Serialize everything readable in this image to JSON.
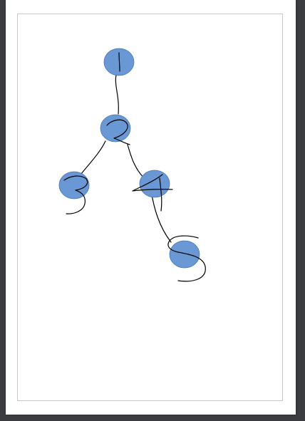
{
  "canvas": {
    "background_color": "#3a3c40",
    "page_color": "#ffffff",
    "frame_color": "#c8c8c8"
  },
  "diagram": {
    "kind": "hand-drawn binary tree",
    "node_fill": "#6a98d4",
    "ink_color": "#000000",
    "nodes": [
      {
        "id": "n1",
        "label": "1"
      },
      {
        "id": "n2",
        "label": "2"
      },
      {
        "id": "n3",
        "label": "3"
      },
      {
        "id": "n4",
        "label": "4"
      },
      {
        "id": "n5",
        "label": "5"
      }
    ],
    "edges": [
      {
        "from": "n1",
        "to": "n2"
      },
      {
        "from": "n2",
        "to": "n3"
      },
      {
        "from": "n2",
        "to": "n4"
      },
      {
        "from": "n4",
        "to": "n5"
      }
    ]
  }
}
